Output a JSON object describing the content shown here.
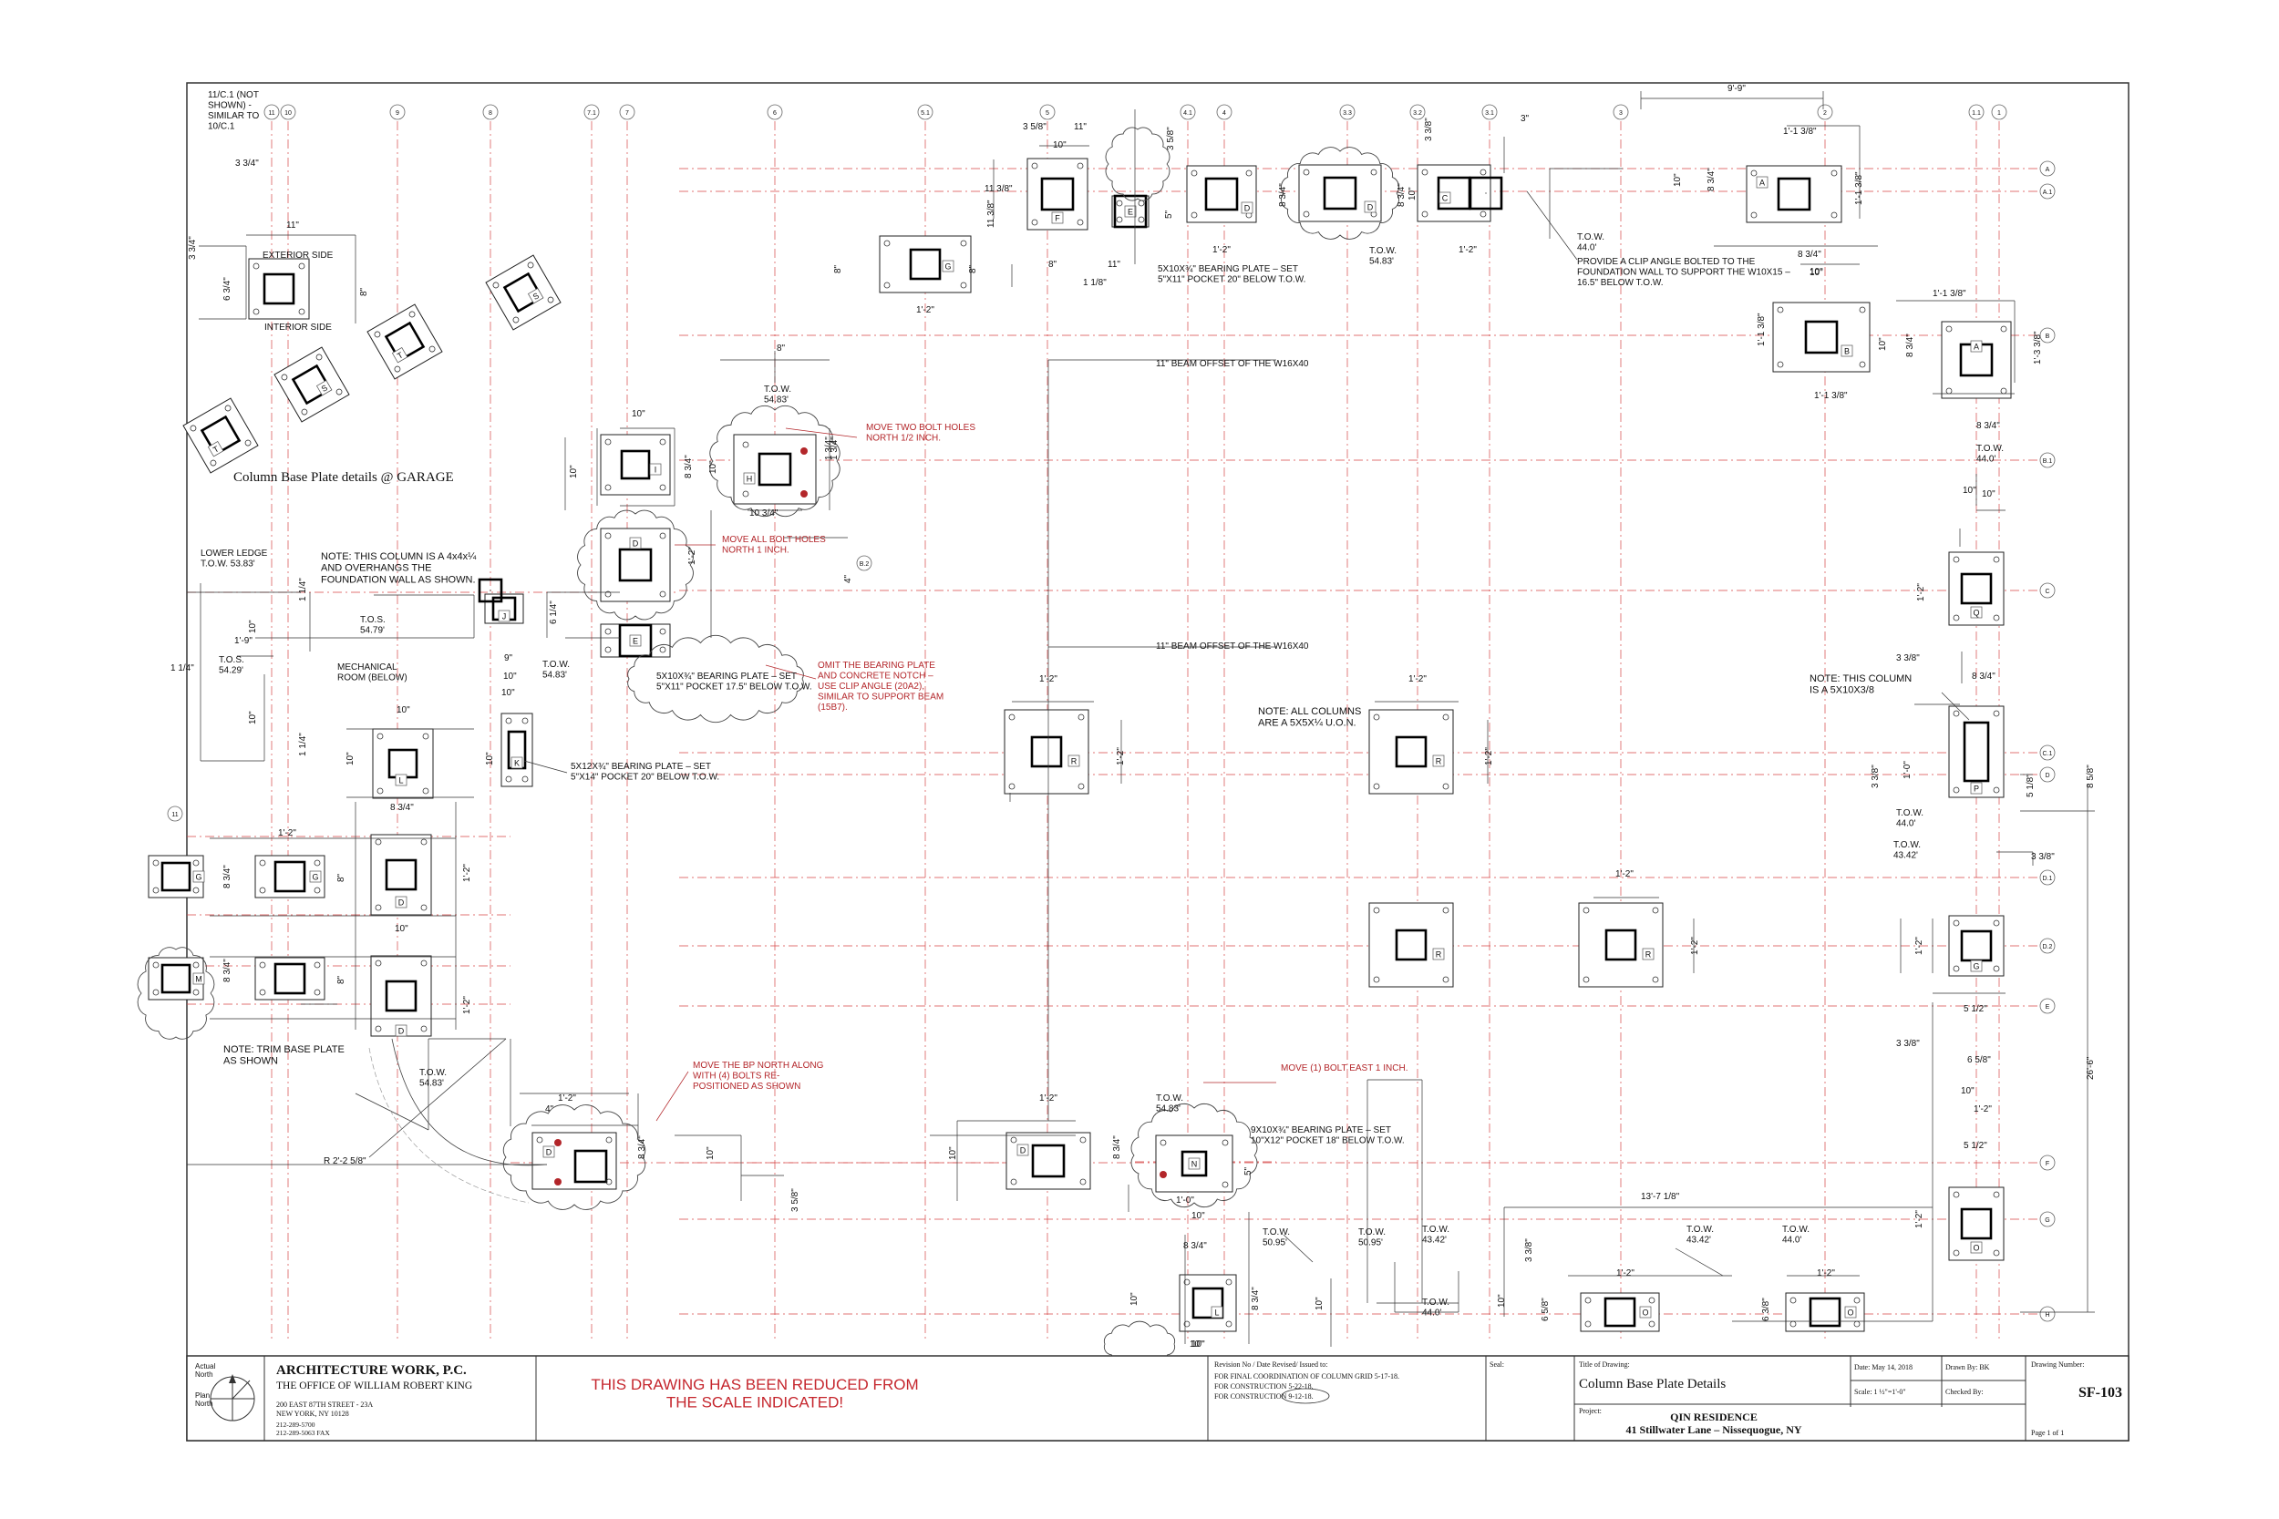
{
  "grid": {
    "columns": [
      "11",
      "10",
      "9",
      "8",
      "7.1",
      "7",
      "6",
      "5.1",
      "5",
      "4.1",
      "4",
      "3.3",
      "3.2",
      "3.1",
      "3",
      "2",
      "1.1",
      "1"
    ],
    "rows": [
      "A",
      "A.1",
      "B",
      "B.1",
      "C",
      "C.1",
      "D",
      "D.1",
      "D.2",
      "E",
      "F",
      "G",
      "H"
    ],
    "extra_bubbles": [
      "B.2",
      "11"
    ]
  },
  "dims": {
    "top_9_9": "9'-9\"",
    "d_3": "3\"",
    "d_11_5_8": "11\"",
    "d_10": "10\"",
    "d_3_5_8": "3 5/8\"",
    "d_1_2": "1'-2\"",
    "d_8_3_4": "8 3/4\"",
    "d_1_1_3_8": "1'-1 3/8\"",
    "d_11_3_8": "11 3/8\"",
    "d_8": "8\"",
    "d_1_1_8": "1 1/8\"",
    "d_5": "5\"",
    "d_6_1_4": "6 1/4\"",
    "d_1_9": "1'-9\"",
    "d_1_1_4": "1 1/4\"",
    "d_9": "9\"",
    "d_5_1_2": "5 1/2\"",
    "d_6_5_8": "6 5/8\"",
    "d_13_7_1_8": "13'-7 1/8\"",
    "d_26_6": "26'-6\"",
    "d_3_3_8": "3 3/8\"",
    "d_1_0": "1'-0\"",
    "d_5_1_8": "5 1/8\"",
    "d_8_5_8": "8 5/8\"",
    "d_1_3_8": "1'-3 3/8\"",
    "d_6_3_8": "6 3/8\"",
    "d_10_3_4": "10 3/4\"",
    "d_3_3_4": "3 3/4\"",
    "d_6_3_4": "6 3/4\"",
    "d_1_3_4": "1 3/4\"",
    "d_4": "4\"",
    "d_r": "R 2'-2 5/8\""
  },
  "tow": {
    "t1": "T.O.W.\n54.83'",
    "t2": "T.O.W.\n44.0'",
    "t3": "T.O.W.\n43.42'",
    "t4": "T.O.W.\n50.95'",
    "tos1": "T.O.S.\n54.79'",
    "tos2": "T.O.S.\n54.29'",
    "ledge": "LOWER LEDGE\nT.O.W. 53.83'"
  },
  "notes": {
    "n_11c1": "11/C.1 (NOT\nSHOWN) -\nSIMILAR TO\n10/C.1",
    "n_exterior": "EXTERIOR SIDE",
    "n_interior": "INTERIOR SIDE",
    "n_garage": "Column Base Plate details @ GARAGE",
    "n_column4x4": "NOTE: THIS COLUMN IS A 4x4x¼\nAND OVERHANGS THE\nFOUNDATION WALL AS SHOWN.",
    "n_mech": "MECHANICAL\nROOM (BELOW)",
    "n_bp5x10": "5X10X¾\" BEARING PLATE – SET\n5\"X11\" POCKET 17.5\" BELOW T.O.W.",
    "n_bp5x12": "5X12X¾\" BEARING PLATE – SET\n5\"X14\" POCKET 20\" BELOW T.O.W.",
    "n_bp5x10b": "5X10X¾\" BEARING PLATE – SET\n5\"X11\" POCKET 20\" BELOW T.O.W.",
    "n_clip": "PROVIDE A CLIP ANGLE BOLTED TO THE\nFOUNDATION WALL TO SUPPORT THE W10X15 –\n16.5\" BELOW T.O.W.",
    "n_beam1": "11\" BEAM OFFSET OF THE W16X40",
    "n_beam2": "11\" BEAM OFFSET OF THE W16X40",
    "n_allcols": "NOTE: ALL COLUMNS\nARE A 5X5X¼  U.O.N.",
    "n_col5x10": "NOTE: THIS COLUMN\nIS A 5X10X3/8",
    "n_trim": "NOTE: TRIM BASE PLATE\nAS SHOWN",
    "n_bp9x10": "9X10X¾\" BEARING PLATE – SET\n10\"X12\" POCKET 18\" BELOW T.O.W."
  },
  "red_notes": {
    "r_two_bolt": "MOVE TWO BOLT HOLES\nNORTH 1/2 INCH.",
    "r_all_bolt": "MOVE ALL BOLT HOLES\nNORTH 1 INCH.",
    "r_omit": "OMIT THE BEARING PLATE\nAND CONCRETE NOTCH –\nUSE CLIP ANGLE (20A2),\nSIMILAR TO SUPPORT BEAM\n(15B7).",
    "r_move_bp": "MOVE THE BP NORTH ALONG\nWITH (4) BOLTS RE-\nPOSITIONED AS SHOWN",
    "r_move_east": "MOVE (1) BOLT EAST 1 INCH."
  },
  "title_block": {
    "arrow_actual": "Actual\nNorth",
    "arrow_plan": "Plan\nNorth",
    "firm": "ARCHITECTURE WORK, P.C.",
    "office": "THE OFFICE OF WILLIAM ROBERT KING",
    "address1": "200 EAST 87TH STREET - 23A",
    "address2": "NEW YORK, NY  10128",
    "phone": "212-289-5700",
    "fax": "212-289-5063 FAX",
    "reduced": "THIS DRAWING HAS BEEN REDUCED FROM\nTHE SCALE INDICATED!",
    "rev_heading": "Revision No / Date Revised/ Issued to:",
    "rev1": "FOR FINAL COORDINATION OF COLUMN GRID 5-17-18.",
    "rev2": "FOR CONSTRUCTION 5-22-18.",
    "rev3": "FOR CONSTRUCTION 9-12-18.",
    "seal": "Seal:",
    "title_label": "Title of Drawing:",
    "title": "Column Base Plate Details",
    "project_label": "Project:",
    "project": "QIN RESIDENCE",
    "project_addr": "41 Stillwater Lane – Nissequogue, NY",
    "date": "Date: May 14, 2018",
    "drawn": "Drawn By:  BK",
    "scale": "Scale: 1 ½\"=1'-0\"",
    "checked": "Checked By:",
    "dwg_label": "Drawing Number:",
    "dwg_no": "SF-103",
    "page": "Page 1 of 1"
  }
}
